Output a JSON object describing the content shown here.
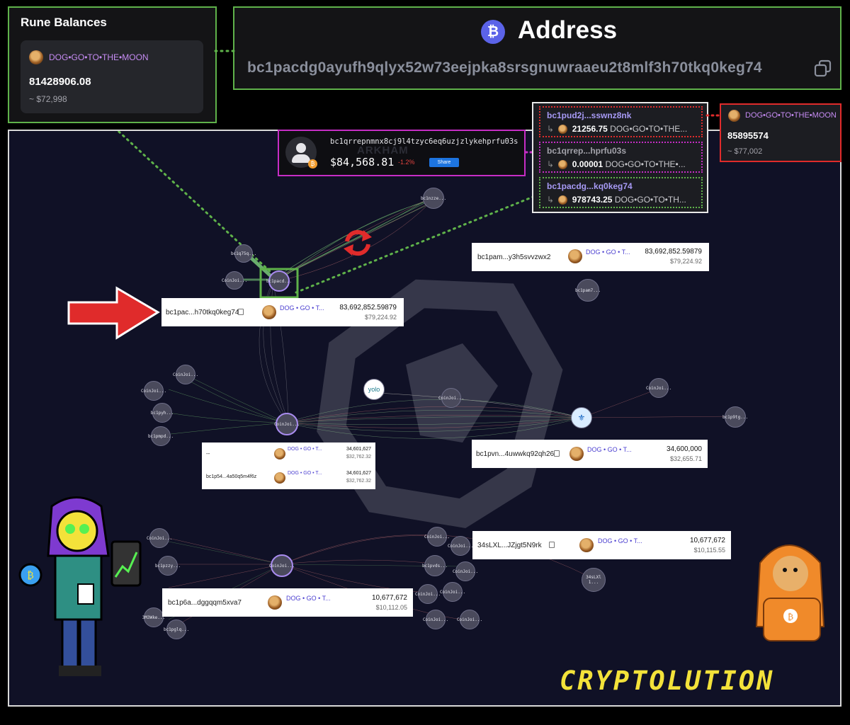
{
  "rune_balances": {
    "title": "Rune Balances",
    "rune_name": "DOG•GO•TO•THE•MOON",
    "amount": "81428906.08",
    "usd": "~ $72,998"
  },
  "address_panel": {
    "title": "Address",
    "address": "bc1pacdg0ayufh9qlyx52w73eejpka8srsgnuwraaeu2t8mlf3h70tkq0keg74"
  },
  "arkham_card": {
    "address": "bc1qrrepnmnx8cj9l4tzyc6eq6uzjzlykehprfu03s",
    "brand": "ARKHAM",
    "value": "$84,568.81",
    "change": "-1.2%",
    "share_label": "Share"
  },
  "transfers": [
    {
      "from": "bc1pud2j...sswnz8nk",
      "amount": "21256.75",
      "rune": "DOG•GO•TO•THE...",
      "color": "#e02b2b"
    },
    {
      "from": "bc1qrrep...hprfu03s",
      "amount": "0.00001",
      "rune": "DOG•GO•TO•THE•...",
      "color": "#c62dc5"
    },
    {
      "from": "bc1pacdg...kq0keg74",
      "amount": "978743.25",
      "rune": "DOG•GO•TO•TH...",
      "color": "#5fb24a"
    }
  ],
  "dog_box": {
    "rune_name": "DOG•GO•TO•THE•MOON",
    "amount": "85895574",
    "usd": "~ $77,002"
  },
  "graph_cards": [
    {
      "id": "card-bc1pam",
      "address": "bc1pam...y3h5svvzwx2",
      "rune": "DOG • GO • T...",
      "amount": "83,692,852.59879",
      "usd": "$79,224.92"
    },
    {
      "id": "card-bc1pac",
      "address": "bc1pac...h70tkq0keg74",
      "rune": "DOG • GO • T...",
      "amount": "83,692,852.59879",
      "usd": "$79,224.92"
    },
    {
      "id": "card-dash",
      "address": "--",
      "rune": "DOG • GO • T...",
      "amount": "34,601,627",
      "usd": "$32,762.32"
    },
    {
      "id": "card-bc1p54",
      "address": "bc1p54...4a50q5m4f6z",
      "rune": "DOG • GO • T...",
      "amount": "34,601,627",
      "usd": "$32,762.32"
    },
    {
      "id": "card-bc1pvn",
      "address": "bc1pvn...4uwwkq92qh26",
      "rune": "DOG • GO • T...",
      "amount": "34,600,000",
      "usd": "$32,655.71"
    },
    {
      "id": "card-34sl",
      "address": "34sLXL...JZjgt5N9rk",
      "rune": "DOG • GO • T...",
      "amount": "10,677,672",
      "usd": "$10,115.55"
    },
    {
      "id": "card-bc1p6a",
      "address": "bc1p6a...dggqqm5xva7",
      "rune": "DOG • GO • T...",
      "amount": "10,677,672",
      "usd": "$10,112.05"
    }
  ],
  "nodes": {
    "bc1nzze": "bc1nzze...",
    "bc1q75": "bc1q75q...",
    "coinjoin_top": "CoinJoi...",
    "bc1pacd": "bc1pacd...",
    "bc1pam": "bc1pam7...",
    "coinjoin_a": "CoinJoi...",
    "coinjoin_b": "CoinJoi...",
    "bc1pyh": "bc1pyh...",
    "bc1pmpd": "bc1pmpd...",
    "coinjoin_hub": "CoinJoi...",
    "yolo": "yolo",
    "coinjoin_c": "CoinJoi...",
    "coinjoin_d": "CoinJoi...",
    "bc1p9tg": "bc1p9tg...",
    "coinjoin_e": "CoinJoi...",
    "bc1pzzy": "bc1pzzy...",
    "coinjoin_f": "CoinJoi...",
    "coinjoin_g": "CoinJoi...",
    "coinjoin_h": "CoinJoi...",
    "bc1pvds": "bc1pvds...",
    "coinjoin_i": "CoinJoi...",
    "coinjoin_j": "CoinJoi...",
    "coinjoin_k": "CoinJoi...",
    "coinjoin_l": "CoinJoi...",
    "coinjoin_m": "CoinJoi...",
    "node_34sl": "34sLXl 1...",
    "bc1pglq": "bc1pglq...",
    "node_3m3": "3M3Wke..."
  },
  "brand": "CRYPTOLUTION",
  "colors": {
    "green": "#5fb24a",
    "red": "#e02b2b",
    "magenta": "#c62dc5",
    "rune_purple": "#c58bf2",
    "btc_badge": "#5b63e8",
    "brand_yellow": "#f3e23a"
  }
}
